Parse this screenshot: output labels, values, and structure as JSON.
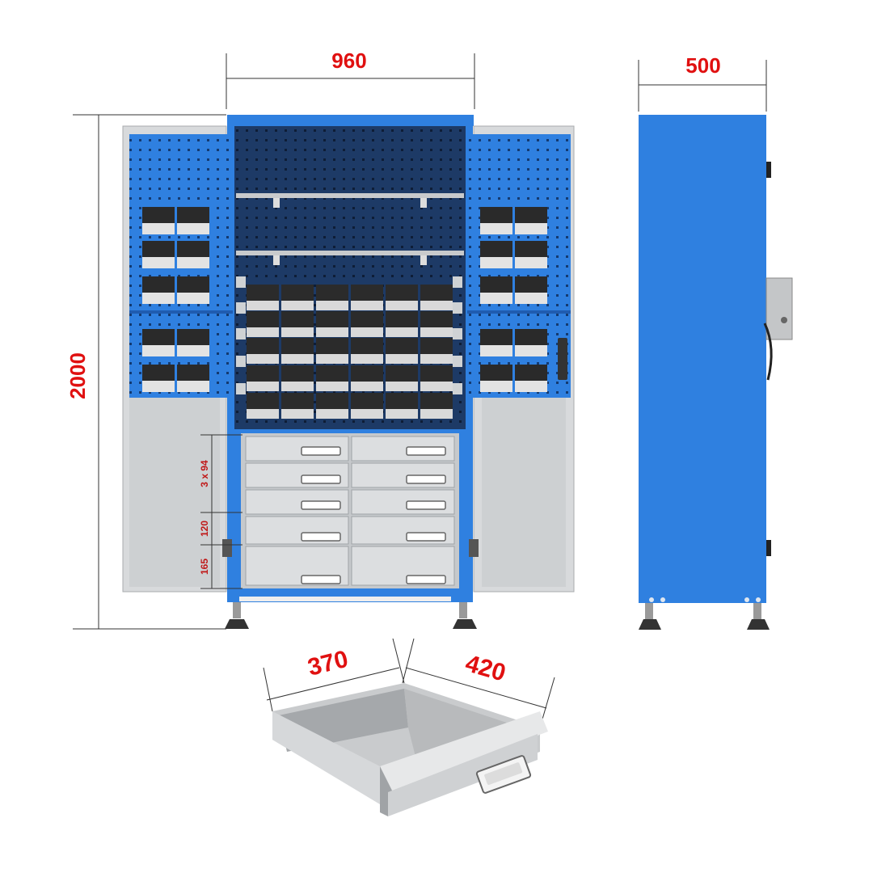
{
  "dimensions": {
    "width": "960",
    "depth": "500",
    "height": "2000",
    "drawer_small": "3 x 94",
    "drawer_medium": "120",
    "drawer_large": "165",
    "drawer_width": "370",
    "drawer_depth": "420"
  },
  "colors": {
    "cabinet_blue": "#2f80e0",
    "panel_dark": "#1d3a66",
    "steel_gray": "#d4d6d8",
    "dim_red": "#e01010"
  }
}
